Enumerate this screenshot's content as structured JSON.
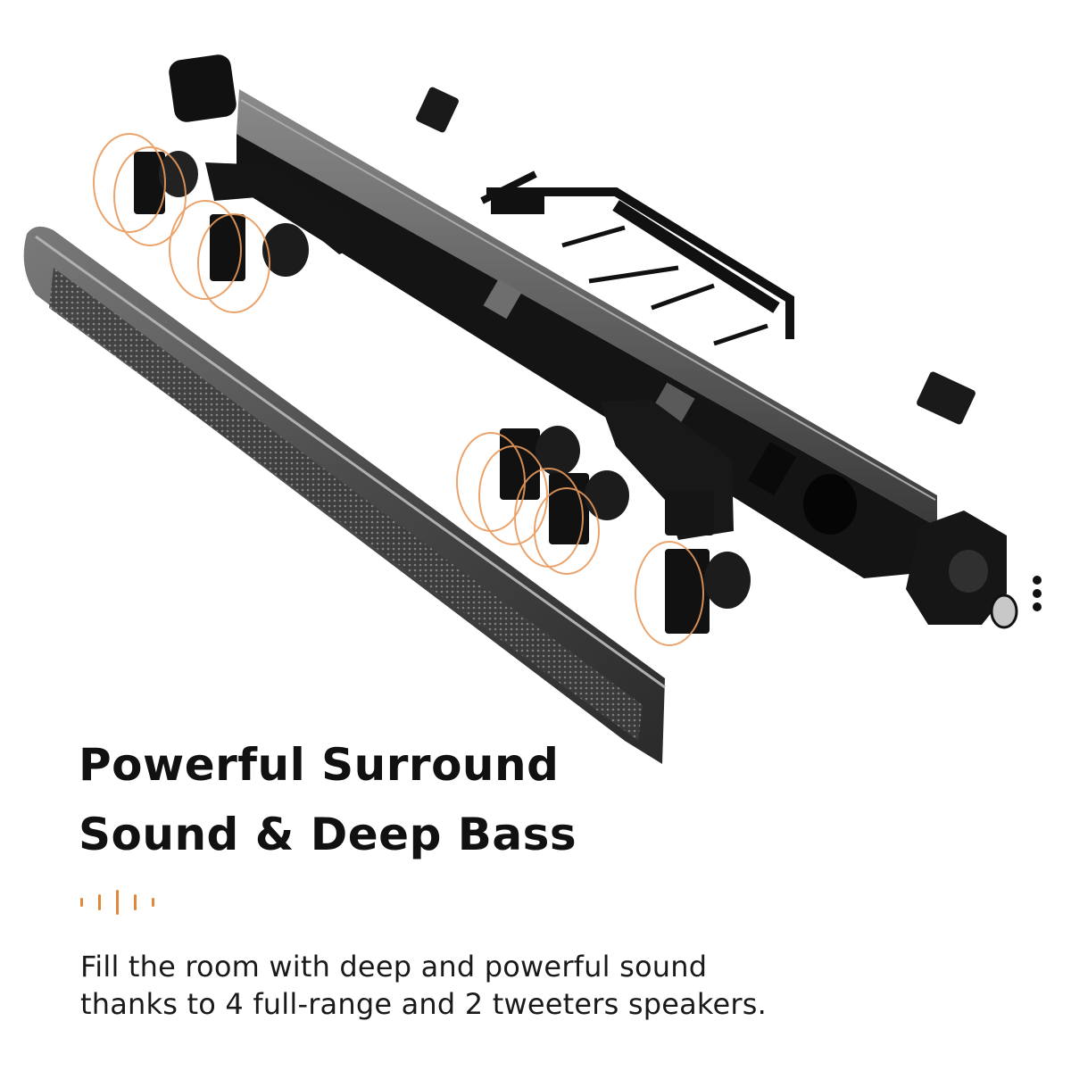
{
  "headline": {
    "line1": "Powerful Surround",
    "line2": "Sound & Deep Bass"
  },
  "divider": {
    "icon": "sound-wave-bars-icon",
    "color": "#e0873a",
    "bar_heights": [
      10,
      18,
      28,
      18,
      10
    ]
  },
  "description": {
    "line1": "Fill the room with deep and powerful sound",
    "line2": "thanks to 4 full-range and 2 tweeters speakers."
  },
  "illustration": {
    "subject": "exploded-soundbar-diagram",
    "accent_color": "#e99a5c",
    "components": [
      "end-cap-left",
      "main-chassis",
      "grille-cover",
      "internal-bracket",
      "full-range-driver",
      "full-range-driver",
      "full-range-driver",
      "full-range-driver",
      "tweeter",
      "tweeter",
      "end-cap-right",
      "small-clip",
      "small-clip"
    ]
  }
}
